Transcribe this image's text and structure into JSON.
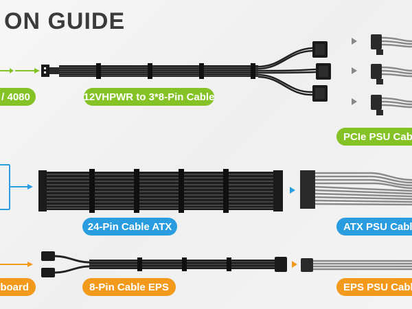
{
  "title": "ON GUIDE",
  "labels": {
    "gpu": "/ 4080",
    "cable_12vhpwr": "12VHPWR to 3*8-Pin Cable",
    "psu_pcie": "PCIe PSU Cable",
    "cable_24pin": "24-Pin Cable ATX",
    "psu_atx": "ATX PSU Cable",
    "motherboard": "rboard",
    "cable_8pin": "8-Pin Cable EPS",
    "psu_eps": "EPS PSU Cable"
  },
  "colors": {
    "green": "#84c225",
    "blue": "#2a9ce0",
    "orange": "#f39a1c",
    "cable": "#1e1e1e",
    "psu_cable": "#8a8a8a"
  }
}
